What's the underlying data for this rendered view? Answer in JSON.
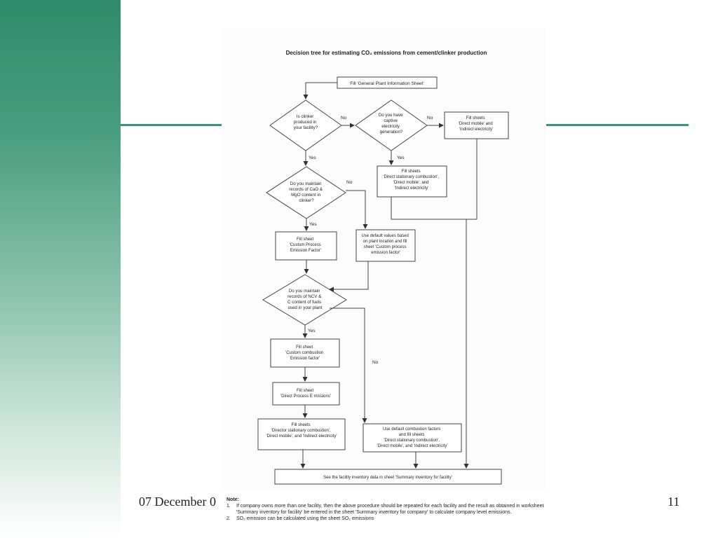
{
  "slide": {
    "footer_date": "07 December 0",
    "page_number": "11"
  },
  "diagram": {
    "title": "Decision tree for estimating CO₂ emissions from cement/clinker production",
    "start_box": "Fill 'General Plant Information Sheet'",
    "q_clinker": [
      "Is clinker",
      "produced in",
      "your facility?"
    ],
    "q_captive": [
      "Do you have",
      "captive",
      "electricity",
      "generation?"
    ],
    "box_mobile_indirect": [
      "Fill sheets",
      "'Direct mobile' and",
      "'Indirect electricity'"
    ],
    "box_stationary_mobile_indirect": [
      "Fill sheets",
      "'Direct stationary combustion',",
      "'Direct mobile', and",
      "'Indirect electricity'"
    ],
    "q_cao_mgo": [
      "Do you maintain",
      "records of CaO &",
      "MgO content in",
      "clinker?"
    ],
    "box_custom_process": [
      "Fill sheet",
      "'Custom Process",
      "Emission Factor'"
    ],
    "box_default_values": [
      "Use default values based",
      "on plant location and fill",
      "sheet 'Custom process",
      "emission factor'"
    ],
    "q_ncv": [
      "Do you maintain",
      "records of NCV &",
      "C content of fuels",
      "used in your plant"
    ],
    "box_custom_combustion": [
      "Fill sheet",
      "'Custom combustion",
      "Emission factor'"
    ],
    "box_direct_process": [
      "Fill sheet",
      "'Direct Process E missions'"
    ],
    "box_director_stationary": [
      "Fill sheets",
      "'Director stationary combustion',",
      "'Direct mobile', and 'Indirect electricity'"
    ],
    "box_default_combustion": [
      "Use default combustion factors",
      "and fill sheets",
      "'Direct stationary combustion',",
      "'Direct mobile', and 'Indirect electricity'"
    ],
    "end_box": "See the facility inventory data in sheet 'Summary inventory for facility'",
    "label_yes": "Yes",
    "label_no": "No"
  },
  "notes": {
    "title": "Note:",
    "items": [
      {
        "num": "1.",
        "text": "If company owns more than one facility, then the above procedure should be repeated for each facility and the result as obtained in worksheet 'Summary inventory for facility' be entered in the sheet 'Summary inventory for company' to calculate company level emissions."
      },
      {
        "num": "2.",
        "text": "SO₂ emission can be calculated using the sheet SO₂ emissions"
      }
    ]
  }
}
